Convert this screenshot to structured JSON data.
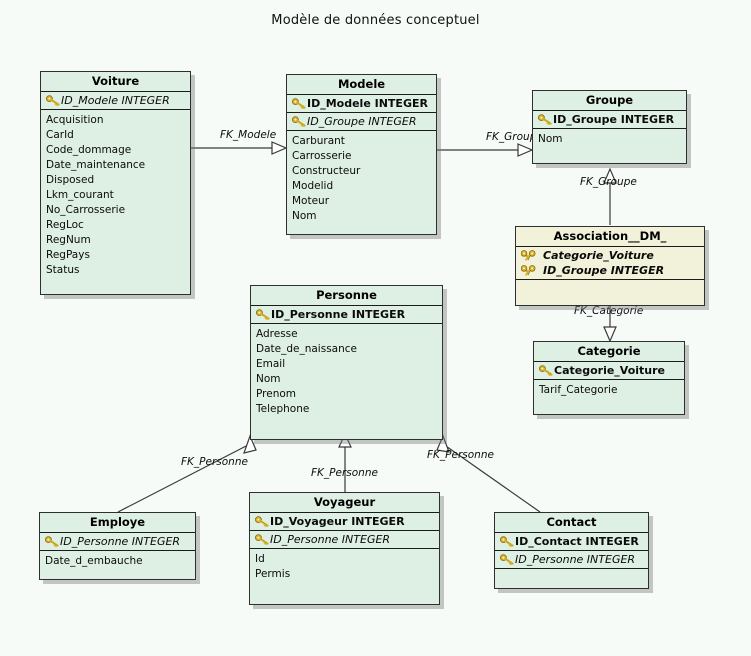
{
  "diagram": {
    "title": "Modèle de données conceptuel",
    "background": "#f6fbf8",
    "entity_fill": "#deefe3",
    "association_fill": "#f2f2da",
    "border_color": "#2f2f2f",
    "key_icon_color": "#d8b227"
  },
  "entities": [
    {
      "id": "voiture",
      "name": "Voiture",
      "keys": [
        {
          "text": "ID_Modele INTEGER",
          "kind": "fk",
          "icon": "key-icon"
        }
      ],
      "attributes": [
        "Acquisition",
        "CarId",
        "Code_dommage",
        "Date_maintenance",
        "Disposed",
        "Lkm_courant",
        "No_Carrosserie",
        "RegLoc",
        "RegNum",
        "RegPays",
        "Status"
      ]
    },
    {
      "id": "modele",
      "name": "Modele",
      "keys": [
        {
          "text": "ID_Modele INTEGER",
          "kind": "pk",
          "icon": "key-icon"
        },
        {
          "text": "ID_Groupe INTEGER",
          "kind": "fk",
          "icon": "key-icon"
        }
      ],
      "attributes": [
        "Carburant",
        "Carrosserie",
        "Constructeur",
        "Modelid",
        "Moteur",
        "Nom"
      ]
    },
    {
      "id": "groupe",
      "name": "Groupe",
      "keys": [
        {
          "text": "ID_Groupe INTEGER",
          "kind": "pk",
          "icon": "key-icon"
        }
      ],
      "attributes": [
        "Nom"
      ]
    },
    {
      "id": "association",
      "name": "Association__DM_",
      "type": "association",
      "keys": [
        {
          "text": "Categorie_Voiture",
          "kind": "pkfk",
          "icon": "double-key-icon"
        },
        {
          "text": "ID_Groupe INTEGER",
          "kind": "pkfk",
          "icon": "double-key-icon"
        }
      ],
      "attributes": []
    },
    {
      "id": "categorie",
      "name": "Categorie",
      "keys": [
        {
          "text": "Categorie_Voiture",
          "kind": "pk",
          "icon": "key-icon"
        }
      ],
      "attributes": [
        "Tarif_Categorie"
      ]
    },
    {
      "id": "personne",
      "name": "Personne",
      "keys": [
        {
          "text": "ID_Personne INTEGER",
          "kind": "pk",
          "icon": "key-icon"
        }
      ],
      "attributes": [
        "Adresse",
        "Date_de_naissance",
        "Email",
        "Nom",
        "Prenom",
        "Telephone"
      ]
    },
    {
      "id": "employe",
      "name": "Employe",
      "keys": [
        {
          "text": "ID_Personne INTEGER",
          "kind": "fk",
          "icon": "key-icon"
        }
      ],
      "attributes": [
        "Date_d_embauche"
      ]
    },
    {
      "id": "voyageur",
      "name": "Voyageur",
      "keys": [
        {
          "text": "ID_Voyageur INTEGER",
          "kind": "pk",
          "icon": "key-icon"
        },
        {
          "text": "ID_Personne INTEGER",
          "kind": "fk",
          "icon": "key-icon"
        }
      ],
      "attributes": [
        "Id",
        "Permis"
      ]
    },
    {
      "id": "contact",
      "name": "Contact",
      "keys": [
        {
          "text": "ID_Contact INTEGER",
          "kind": "pk",
          "icon": "key-icon"
        },
        {
          "text": "ID_Personne INTEGER",
          "kind": "fk",
          "icon": "key-icon"
        }
      ],
      "attributes": []
    }
  ],
  "relationships": [
    {
      "id": "r1",
      "label": "FK_Modele",
      "from": "voiture",
      "to": "modele"
    },
    {
      "id": "r2",
      "label": "FK_Groupe",
      "from": "modele",
      "to": "groupe"
    },
    {
      "id": "r3",
      "label": "FK_Groupe",
      "from": "association",
      "to": "groupe"
    },
    {
      "id": "r4",
      "label": "FK_Categorie",
      "from": "association",
      "to": "categorie"
    },
    {
      "id": "r5",
      "label": "FK_Personne",
      "from": "employe",
      "to": "personne"
    },
    {
      "id": "r6",
      "label": "FK_Personne",
      "from": "voyageur",
      "to": "personne"
    },
    {
      "id": "r7",
      "label": "FK_Personne",
      "from": "contact",
      "to": "personne"
    }
  ]
}
